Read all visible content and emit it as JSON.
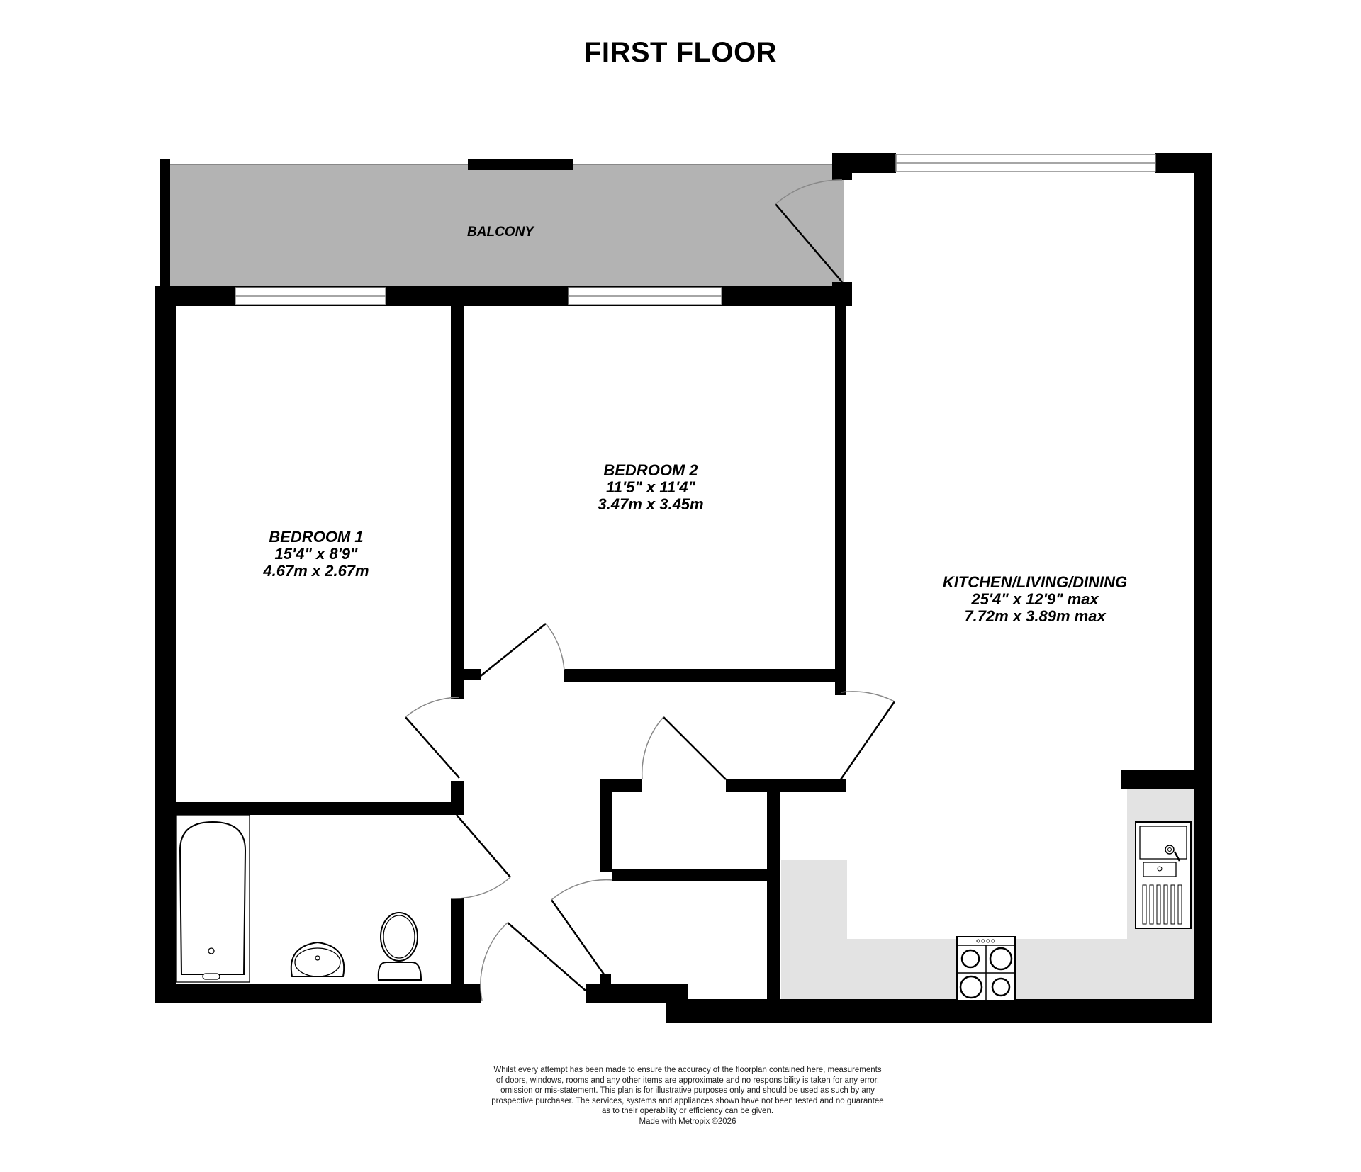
{
  "plan": {
    "title": "FIRST FLOOR",
    "colors": {
      "wall": "#000000",
      "balcony_fill": "#b3b3b3",
      "kitchen_worktop": "#e3e3e3",
      "background": "#ffffff"
    },
    "rooms": [
      {
        "id": "bedroom-1",
        "name": "BEDROOM 1",
        "imperial": "15'4\"  x 8'9\"",
        "metric": "4.67m  x 2.67m"
      },
      {
        "id": "bedroom-2",
        "name": "BEDROOM 2",
        "imperial": "11'5\"  x 11'4\"",
        "metric": "3.47m  x 3.45m"
      },
      {
        "id": "kitchen-living-dining",
        "name": "KITCHEN/LIVING/DINING",
        "imperial": "25'4\"  x 12'9\" max",
        "metric": "7.72m  x 3.89m max"
      },
      {
        "id": "balcony",
        "name": "BALCONY"
      }
    ],
    "fixtures": [
      "bath-icon",
      "basin-icon",
      "toilet-icon",
      "hob-icon",
      "kitchen-sink-icon"
    ],
    "disclaimer_lines": [
      "Whilst every attempt has been made to ensure the accuracy of the floorplan contained here, measurements",
      "of doors, windows, rooms and any other items are approximate and no responsibility is taken for any error,",
      "omission or mis-statement. This plan is for illustrative purposes only and should be used as such by any",
      "prospective purchaser. The services, systems and appliances shown have not been tested and no guarantee",
      "as to their operability or efficiency can be given."
    ],
    "credit": "Made with Metropix ©2026"
  }
}
